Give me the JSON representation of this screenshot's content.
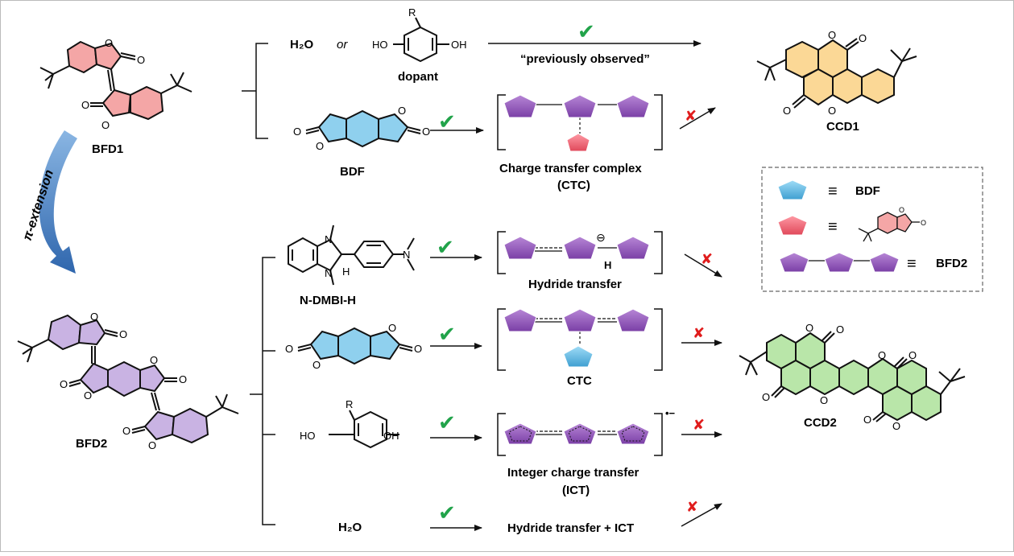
{
  "labels": {
    "bfd1": "BFD1",
    "bfd2": "BFD2",
    "ccd1": "CCD1",
    "ccd2": "CCD2",
    "bdf": "BDF",
    "dopant": "dopant",
    "ndmbi": "N-DMBI-H",
    "pi_extension": "π-extension",
    "h2o_top": "H₂O",
    "or": "or",
    "previously_observed": "“previously observed”",
    "ctc_line1": "Charge transfer complex",
    "ctc_line2": "(CTC)",
    "hydride_transfer": "Hydride transfer",
    "ctc_short": "CTC",
    "ict_line1": "Integer charge transfer",
    "ict_line2": "(ICT)",
    "h2o_bottom": "H₂O",
    "hydride_ict": "Hydride transfer + ICT",
    "radical_anion": "•−",
    "hydride_h": "H",
    "anion_sign": "⊖"
  },
  "atoms": {
    "O": "O",
    "H": "H",
    "N": "N",
    "HO": "HO",
    "OH": "OH",
    "R": "R"
  },
  "legend": {
    "bdf": "BDF",
    "bfd2": "BFD2",
    "equiv": "≡"
  },
  "colors": {
    "pink_ring": "#f4a6a6",
    "blue_ring": "#8fd0ee",
    "purple_ring": "#c9b3e3",
    "orange_ring": "#fbd896",
    "green_ring": "#b9e6a9",
    "pentagon_purple": "#8e55b5",
    "pentagon_blue": "#5bb6df",
    "pentagon_red": "#e65b6a",
    "check_green": "#21a34a",
    "cross_red": "#e01c1c",
    "arrow_blue": "#3f78b8"
  },
  "marks": {
    "check": "✔",
    "cross": "✘"
  }
}
